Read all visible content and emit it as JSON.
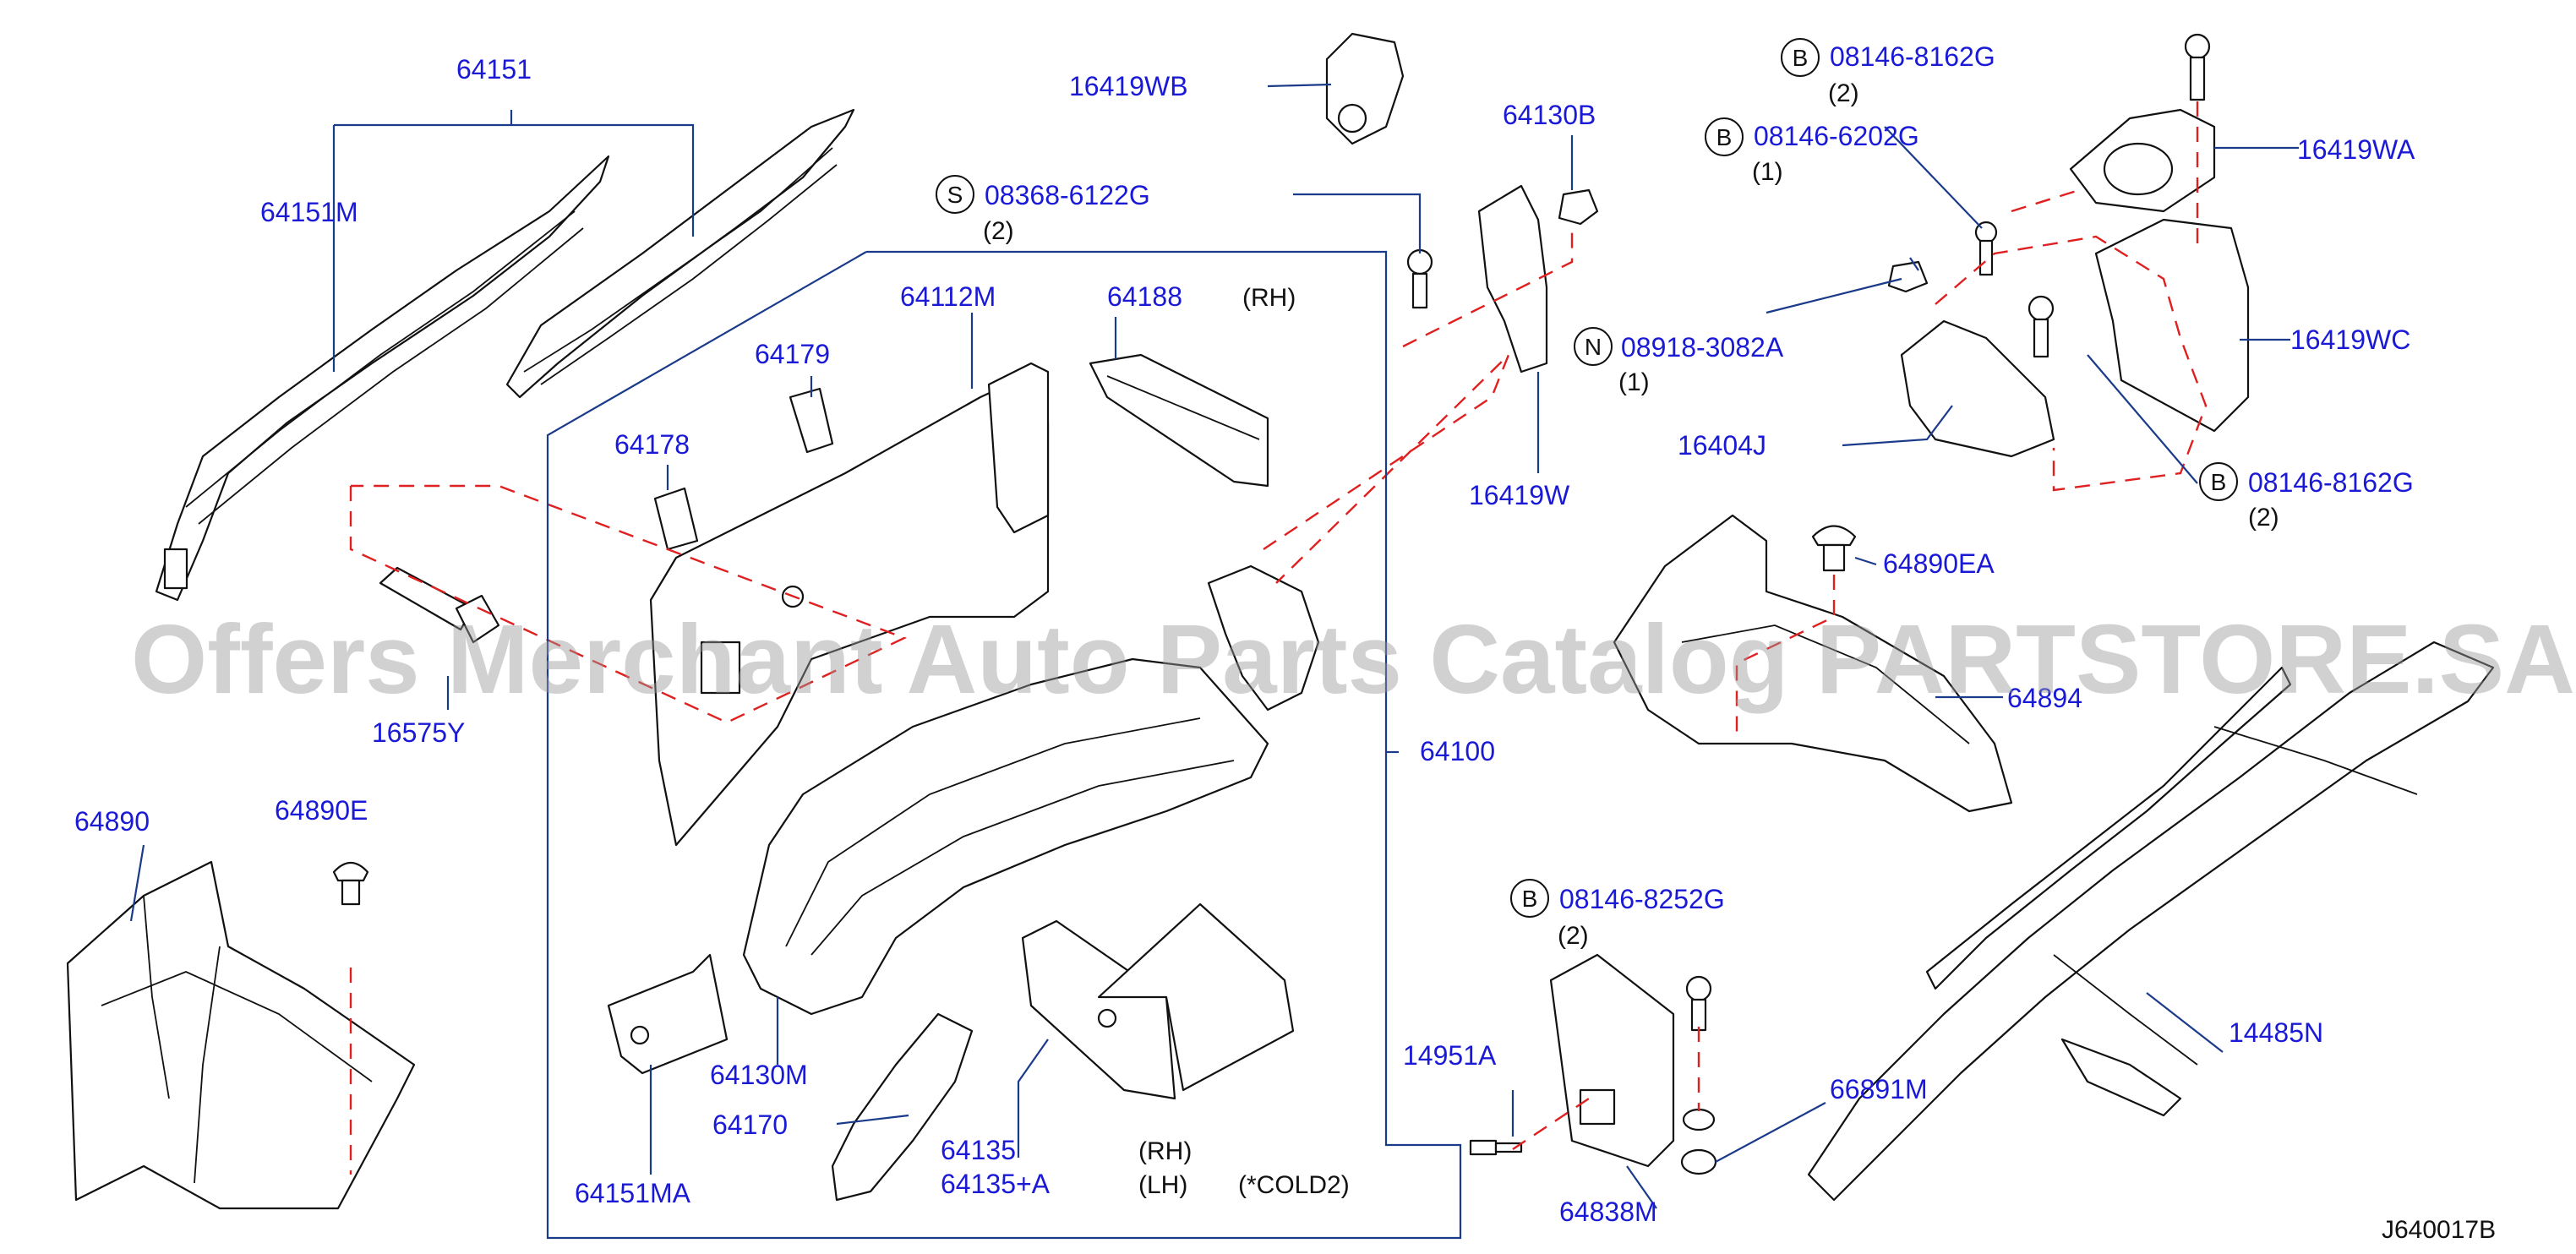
{
  "diagram_code": "J640017B",
  "watermark": "Offers Merchant Auto Parts Catalog PARTSTORE.SA",
  "colors": {
    "label": "#1a1ad6",
    "leader": "#1a3a8a",
    "dashed": "#e02020",
    "watermark": "#9a9a9a"
  },
  "labels": {
    "p64151": "64151",
    "p64151M": "64151M",
    "p16575Y": "16575Y",
    "p64890": "64890",
    "p64890E": "64890E",
    "p64100": "64100",
    "p64112M": "64112M",
    "p64188": "64188",
    "p64188_side": "(RH)",
    "p64179": "64179",
    "p64178": "64178",
    "p64130M": "64130M",
    "p64151MA": "64151MA",
    "p64170": "64170",
    "p64135": "64135",
    "p64135_side": "(RH)",
    "p64135A": "64135+A",
    "p64135A_side": "(LH)",
    "p_cold2": "(*COLD2)",
    "p16419WB": "16419WB",
    "p08368": "08368-6122G",
    "p08368_qty": "(2)",
    "p64130B": "64130B",
    "p08918": "08918-3082A",
    "p08918_qty": "(1)",
    "p16419W": "16419W",
    "p08146_8162G_top": "08146-8162G",
    "p08146_8162G_top_qty": "(2)",
    "p08146_6202G": "08146-6202G",
    "p08146_6202G_qty": "(1)",
    "p16419WA": "16419WA",
    "p16419WC": "16419WC",
    "p16404J": "16404J",
    "p08146_8162G_bot": "08146-8162G",
    "p08146_8162G_bot_qty": "(2)",
    "p64890EA": "64890EA",
    "p64894": "64894",
    "p08146_8252G": "08146-8252G",
    "p08146_8252G_qty": "(2)",
    "p14951A": "14951A",
    "p66891M": "66891M",
    "p64838M": "64838M",
    "p14485N": "14485N"
  },
  "prefixes": {
    "S": "S",
    "N": "N",
    "B": "B"
  }
}
